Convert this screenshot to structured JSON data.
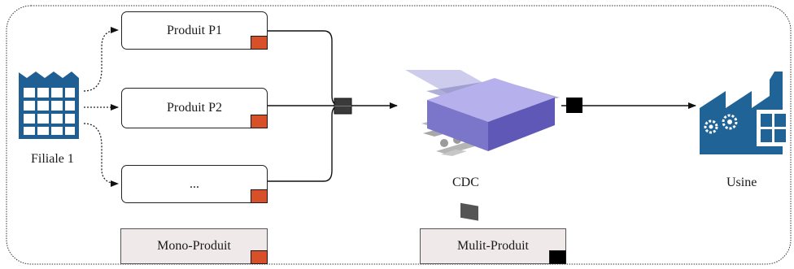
{
  "diagram": {
    "source": {
      "label": "Filiale 1",
      "icon": "warehouse-icon"
    },
    "products": [
      {
        "label": "Produit P1"
      },
      {
        "label": "Produit P2"
      },
      {
        "label": "..."
      }
    ],
    "hub": {
      "label": "CDC",
      "icon": "conveyor-icon"
    },
    "destination": {
      "label": "Usine",
      "icon": "factory-icon"
    },
    "legend": {
      "mono": "Mono-Produit",
      "multi": "Mulit-Produit"
    },
    "colors": {
      "mono_tag": "#d8502a",
      "multi_tag": "#000000",
      "icon_blue": "#1f5f93",
      "conveyor_purple": "#8c84d6"
    }
  }
}
